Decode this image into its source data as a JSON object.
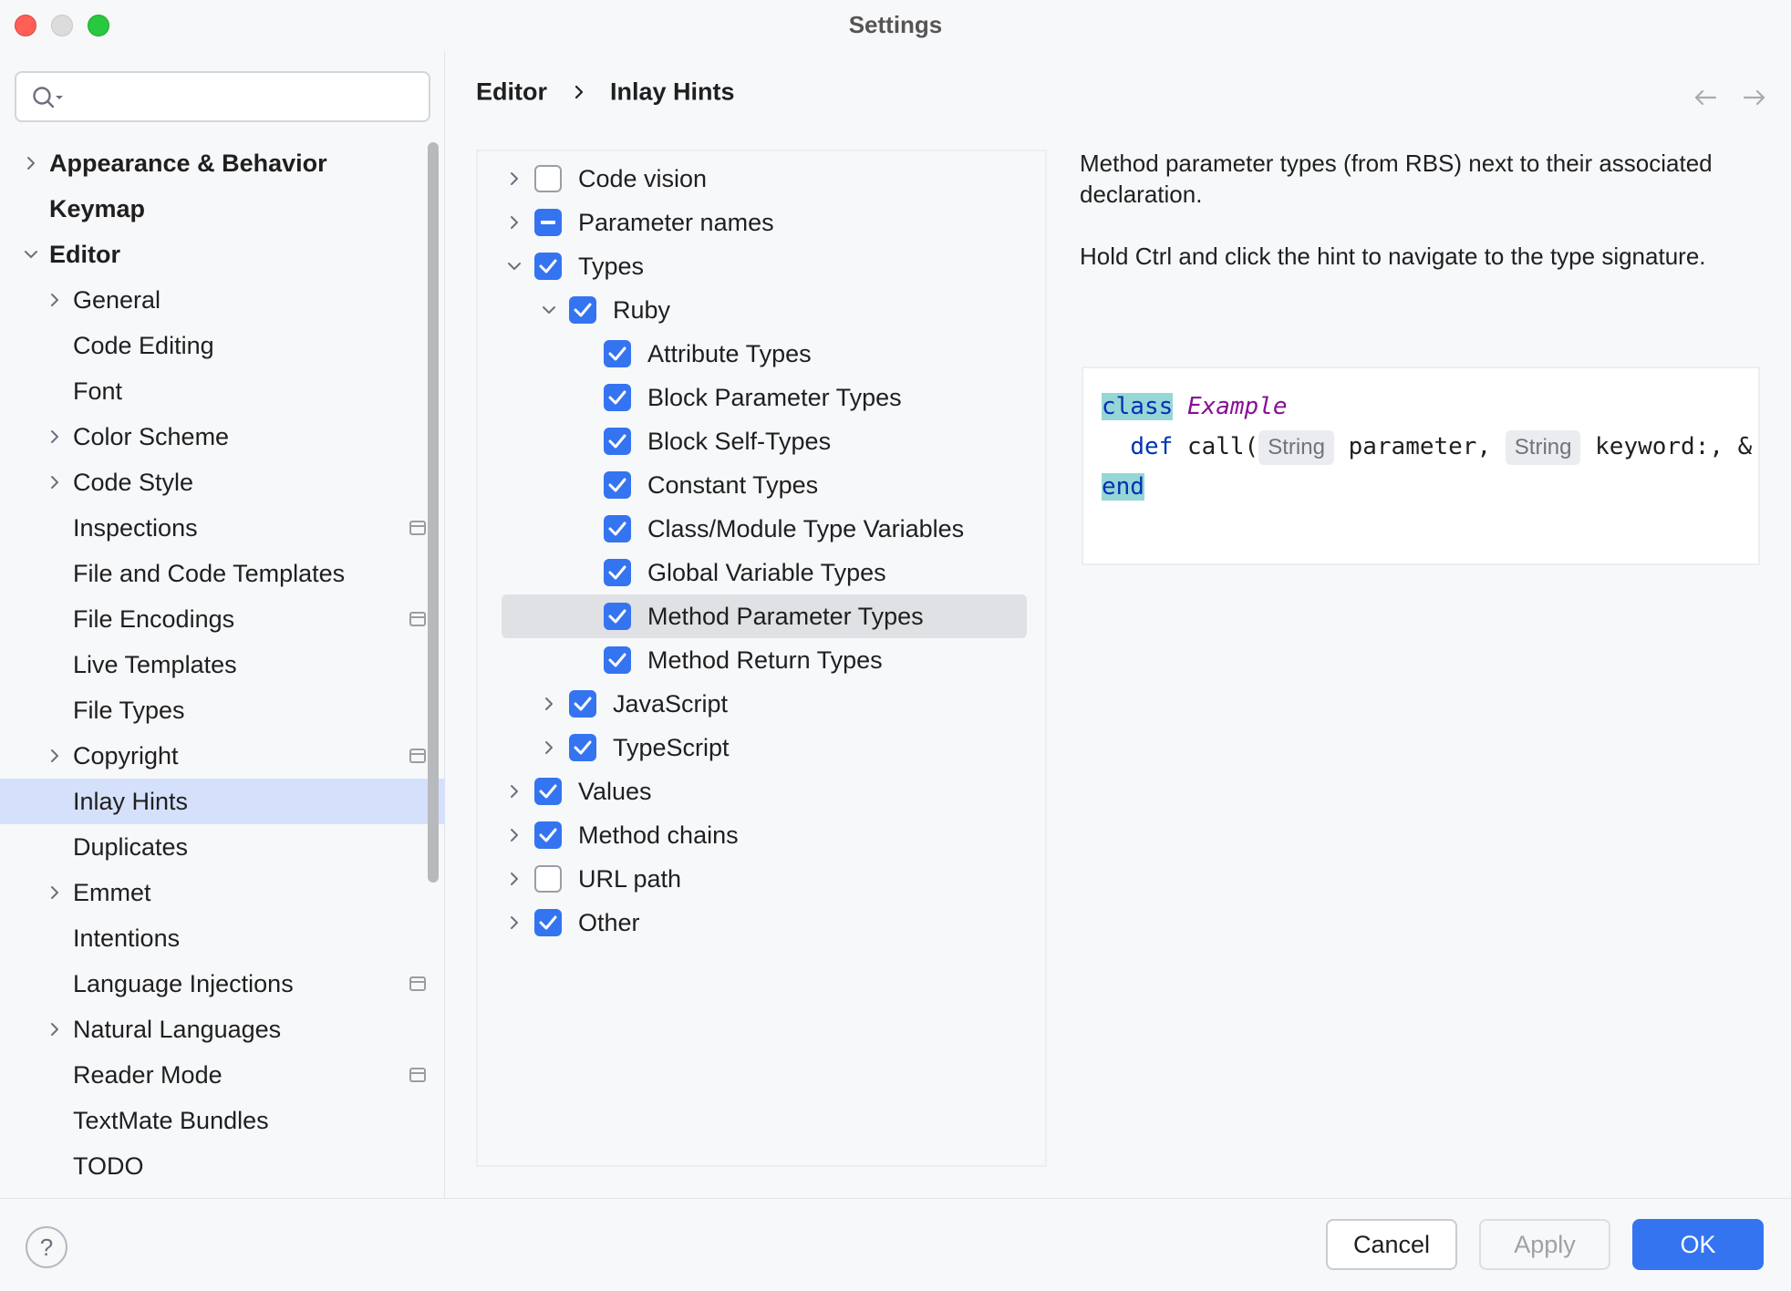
{
  "window": {
    "title": "Settings"
  },
  "search": {
    "placeholder": "",
    "value": ""
  },
  "sidebar": {
    "items": [
      {
        "label": "Appearance & Behavior",
        "level": 0,
        "bold": true,
        "expander": "collapsed",
        "modified": false,
        "selected": false
      },
      {
        "label": "Keymap",
        "level": 0,
        "bold": true,
        "expander": "none",
        "modified": false,
        "selected": false
      },
      {
        "label": "Editor",
        "level": 0,
        "bold": true,
        "expander": "expanded",
        "modified": false,
        "selected": false
      },
      {
        "label": "General",
        "level": 1,
        "bold": false,
        "expander": "collapsed",
        "modified": false,
        "selected": false
      },
      {
        "label": "Code Editing",
        "level": 1,
        "bold": false,
        "expander": "none",
        "modified": false,
        "selected": false
      },
      {
        "label": "Font",
        "level": 1,
        "bold": false,
        "expander": "none",
        "modified": false,
        "selected": false
      },
      {
        "label": "Color Scheme",
        "level": 1,
        "bold": false,
        "expander": "collapsed",
        "modified": false,
        "selected": false
      },
      {
        "label": "Code Style",
        "level": 1,
        "bold": false,
        "expander": "collapsed",
        "modified": false,
        "selected": false
      },
      {
        "label": "Inspections",
        "level": 1,
        "bold": false,
        "expander": "none",
        "modified": true,
        "selected": false
      },
      {
        "label": "File and Code Templates",
        "level": 1,
        "bold": false,
        "expander": "none",
        "modified": false,
        "selected": false
      },
      {
        "label": "File Encodings",
        "level": 1,
        "bold": false,
        "expander": "none",
        "modified": true,
        "selected": false
      },
      {
        "label": "Live Templates",
        "level": 1,
        "bold": false,
        "expander": "none",
        "modified": false,
        "selected": false
      },
      {
        "label": "File Types",
        "level": 1,
        "bold": false,
        "expander": "none",
        "modified": false,
        "selected": false
      },
      {
        "label": "Copyright",
        "level": 1,
        "bold": false,
        "expander": "collapsed",
        "modified": true,
        "selected": false
      },
      {
        "label": "Inlay Hints",
        "level": 1,
        "bold": false,
        "expander": "none",
        "modified": false,
        "selected": true
      },
      {
        "label": "Duplicates",
        "level": 1,
        "bold": false,
        "expander": "none",
        "modified": false,
        "selected": false
      },
      {
        "label": "Emmet",
        "level": 1,
        "bold": false,
        "expander": "collapsed",
        "modified": false,
        "selected": false
      },
      {
        "label": "Intentions",
        "level": 1,
        "bold": false,
        "expander": "none",
        "modified": false,
        "selected": false
      },
      {
        "label": "Language Injections",
        "level": 1,
        "bold": false,
        "expander": "none",
        "modified": true,
        "selected": false
      },
      {
        "label": "Natural Languages",
        "level": 1,
        "bold": false,
        "expander": "collapsed",
        "modified": false,
        "selected": false
      },
      {
        "label": "Reader Mode",
        "level": 1,
        "bold": false,
        "expander": "none",
        "modified": true,
        "selected": false
      },
      {
        "label": "TextMate Bundles",
        "level": 1,
        "bold": false,
        "expander": "none",
        "modified": false,
        "selected": false
      },
      {
        "label": "TODO",
        "level": 1,
        "bold": false,
        "expander": "none",
        "modified": false,
        "selected": false
      }
    ]
  },
  "breadcrumb": {
    "parent": "Editor",
    "current": "Inlay Hints"
  },
  "hints": [
    {
      "label": "Code vision",
      "level": 0,
      "expander": "collapsed",
      "state": "off",
      "selected": false
    },
    {
      "label": "Parameter names",
      "level": 0,
      "expander": "collapsed",
      "state": "mixed",
      "selected": false
    },
    {
      "label": "Types",
      "level": 0,
      "expander": "expanded",
      "state": "on",
      "selected": false
    },
    {
      "label": "Ruby",
      "level": 1,
      "expander": "expanded",
      "state": "on",
      "selected": false
    },
    {
      "label": "Attribute Types",
      "level": 2,
      "expander": "none",
      "state": "on",
      "selected": false
    },
    {
      "label": "Block Parameter Types",
      "level": 2,
      "expander": "none",
      "state": "on",
      "selected": false
    },
    {
      "label": "Block Self-Types",
      "level": 2,
      "expander": "none",
      "state": "on",
      "selected": false
    },
    {
      "label": "Constant Types",
      "level": 2,
      "expander": "none",
      "state": "on",
      "selected": false
    },
    {
      "label": "Class/Module Type Variables",
      "level": 2,
      "expander": "none",
      "state": "on",
      "selected": false
    },
    {
      "label": "Global Variable Types",
      "level": 2,
      "expander": "none",
      "state": "on",
      "selected": false
    },
    {
      "label": "Method Parameter Types",
      "level": 2,
      "expander": "none",
      "state": "on",
      "selected": true
    },
    {
      "label": "Method Return Types",
      "level": 2,
      "expander": "none",
      "state": "on",
      "selected": false
    },
    {
      "label": "JavaScript",
      "level": 1,
      "expander": "collapsed",
      "state": "on",
      "selected": false
    },
    {
      "label": "TypeScript",
      "level": 1,
      "expander": "collapsed",
      "state": "on",
      "selected": false
    },
    {
      "label": "Values",
      "level": 0,
      "expander": "collapsed",
      "state": "on",
      "selected": false
    },
    {
      "label": "Method chains",
      "level": 0,
      "expander": "collapsed",
      "state": "on",
      "selected": false
    },
    {
      "label": "URL path",
      "level": 0,
      "expander": "collapsed",
      "state": "off",
      "selected": false
    },
    {
      "label": "Other",
      "level": 0,
      "expander": "collapsed",
      "state": "on",
      "selected": false
    }
  ],
  "description": {
    "line1": "Method parameter types (from RBS) next to their associated declaration.",
    "line2": "Hold Ctrl and click the hint to navigate to the type signature."
  },
  "preview": {
    "kw_class": "class",
    "class_name": "Example",
    "kw_def": "def",
    "call_open": "call(",
    "hint1": "String",
    "param1": "parameter,",
    "hint2": "String",
    "param2": "keyword:, &",
    "kw_end": "end"
  },
  "footer": {
    "help_label": "?",
    "cancel_label": "Cancel",
    "apply_label": "Apply",
    "ok_label": "OK"
  },
  "colors": {
    "accent": "#3574f0",
    "selection": "#d5e1fb",
    "keyword": "#0033b3",
    "class_name": "#871094"
  }
}
